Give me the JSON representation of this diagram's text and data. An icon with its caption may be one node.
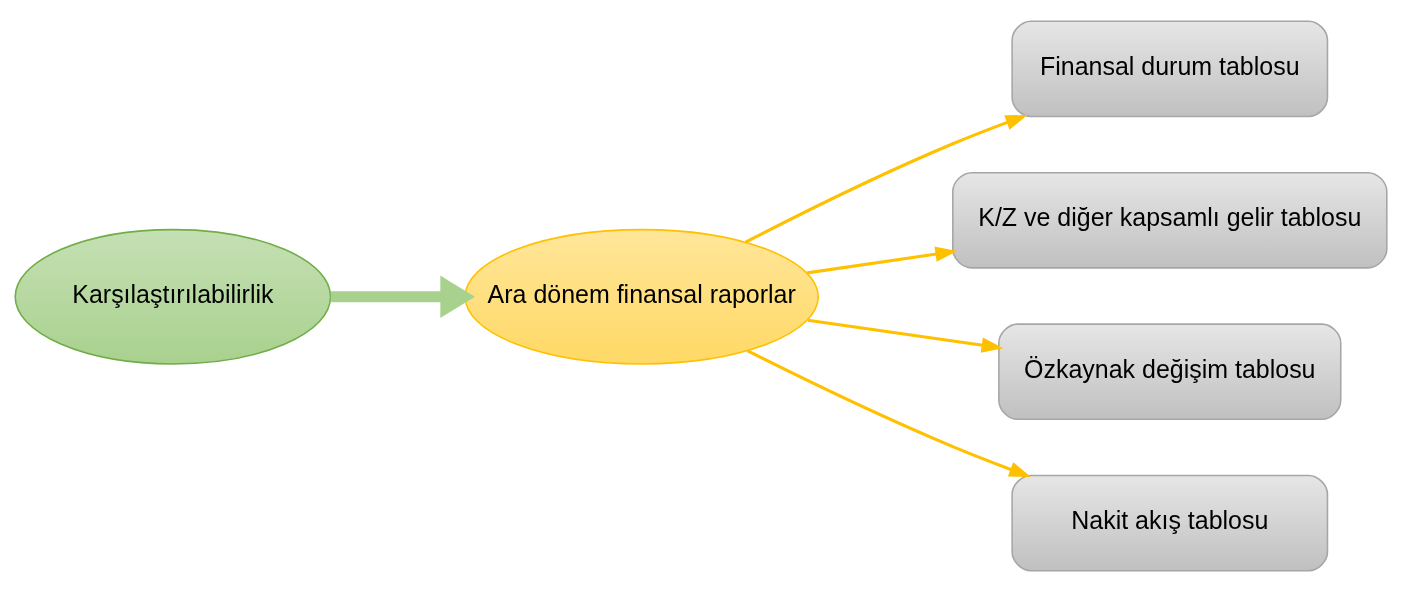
{
  "diagram": {
    "nodes": [
      {
        "text": [
          "Karşılaştırılabilirlik"
        ]
      },
      {
        "text": [
          "Ara dönem finansal raporlar"
        ]
      },
      {
        "text": [
          "Finansal durum tablosu"
        ]
      },
      {
        "text": [
          "K/Z ve diğer kapsamlı gelir tablosu"
        ]
      },
      {
        "text": [
          "Özkaynak değişim tablosu"
        ]
      },
      {
        "text": [
          "Nakit akış tablosu"
        ]
      }
    ],
    "edges": [
      {
        "from": 0,
        "to": 1,
        "arrow": "to",
        "style": "thick",
        "color": "#a9d18e"
      },
      {
        "from": 1,
        "to": 2,
        "arrow": "to"
      },
      {
        "from": 1,
        "to": 3,
        "arrow": "to"
      },
      {
        "from": 1,
        "to": 4,
        "arrow": "to"
      },
      {
        "from": 1,
        "to": 5,
        "arrow": "to"
      }
    ]
  }
}
